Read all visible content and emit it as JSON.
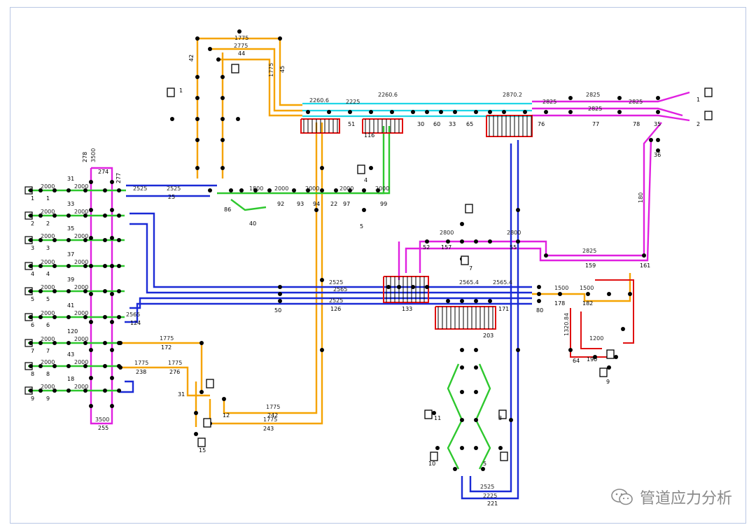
{
  "colors": {
    "orange": "#f5a300",
    "magenta": "#e020e0",
    "blue": "#1a2ad6",
    "green": "#2ec82e",
    "cyan": "#20d6e6",
    "red": "#e01010",
    "node": "#000000"
  },
  "watermark": {
    "text": "管道应力分析",
    "icon": "wechat-icon"
  },
  "top_labels": {
    "run_a_len": "2260.6",
    "run_b_len": "2260.6",
    "run_c_len": "2225",
    "run_d_len": "2870.2",
    "run_e_len": "2825",
    "run_f_len": "2825",
    "run_g_len": "2825",
    "run_h_len": "2825",
    "node_51": "51",
    "node_30": "30",
    "node_60": "60",
    "node_33": "33",
    "node_65": "65",
    "node_76": "76",
    "node_77": "77",
    "node_78": "78",
    "node_35": "35",
    "node_36": "36",
    "node_1r": "1",
    "node_2r": "2",
    "node_116": "116"
  },
  "upper_left": {
    "len_1775_top": "1775",
    "len_2775": "2775",
    "node_44": "44",
    "len_1775_v": "1775",
    "node_45": "45",
    "node_42": "42",
    "node_1ul": "1",
    "len_3500": "3500",
    "node_278": "278",
    "node_274": "274",
    "node_277": "277"
  },
  "mid_row": {
    "len_2525a": "2525",
    "len_2525b": "2525",
    "node_25": "25",
    "len_1800": "1800",
    "len_2000a": "2000",
    "len_2000b": "2000",
    "len_2000c": "2000",
    "len_2000d": "2000",
    "node_92": "92",
    "node_93": "93",
    "node_94": "94",
    "node_22": "22",
    "node_97": "97",
    "node_99": "99",
    "node_40": "40",
    "node_86": "86",
    "node_5": "5",
    "node_4": "4"
  },
  "left_rows": [
    {
      "id": "1",
      "len": "2000",
      "sub": "31"
    },
    {
      "id": "2",
      "len": "2000",
      "sub": "33"
    },
    {
      "id": "3",
      "len": "2000",
      "sub": "35"
    },
    {
      "id": "4",
      "len": "2000",
      "sub": "37"
    },
    {
      "id": "5",
      "len": "2000",
      "sub": "39"
    },
    {
      "id": "6",
      "len": "2000",
      "sub": "41"
    },
    {
      "id": "7",
      "len": "2000",
      "sub": "120"
    },
    {
      "id": "8",
      "len": "2000",
      "sub": "43"
    },
    {
      "id": "9",
      "len": "2000",
      "sub": "18"
    }
  ],
  "lower_left": {
    "node_255": "255",
    "len_3500b": "3500",
    "len_1775a": "1775",
    "node_172": "172",
    "len_1775b": "1775",
    "node_238": "238",
    "len_1775c": "1775",
    "node_276": "276",
    "len_1775d": "1775",
    "node_242": "242",
    "len_1775e": "1775",
    "node_243": "243",
    "node_15": "15",
    "node_12": "12",
    "node_31b": "31",
    "node_124": "124",
    "len_2565": "2565"
  },
  "center": {
    "len_2525c": "2525",
    "len_2565a": "2565",
    "len_2525d": "2525",
    "node_126": "126",
    "node_133": "133",
    "node_50": "50",
    "len_2800": "2800",
    "len_2800b": "2800",
    "node_157": "157",
    "node_52": "52",
    "node_55": "55",
    "node_7": "7",
    "len_2565_4a": "2565.4",
    "len_2565_4b": "2565.4",
    "node_171": "171",
    "node_203": "203",
    "len_2825c": "2825",
    "node_159": "159",
    "node_161": "161",
    "len_1500a": "1500",
    "len_1500b": "1500",
    "node_178": "178",
    "node_182": "182",
    "node_80": "80",
    "len_1200": "1200",
    "node_190": "190",
    "node_64": "64",
    "node_9r": "9",
    "len_1320": "1320.84",
    "len_180": "180"
  },
  "bottom": {
    "len_2525e": "2525",
    "len_2225": "2225",
    "node_221": "221",
    "node_10": "10",
    "node_5b": "5",
    "node_11": "11",
    "node_3": "3"
  }
}
